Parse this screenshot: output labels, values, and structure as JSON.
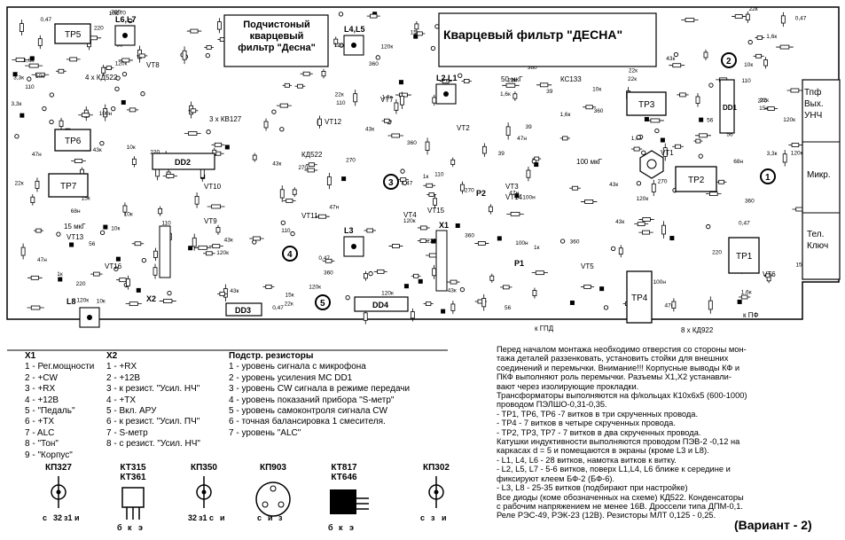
{
  "board": {
    "title_left": [
      "Подчистоный",
      "кварцевый",
      "фильтр \"Десна\""
    ],
    "title_right": "Кварцевый фильтр \"ДЕСНА\"",
    "transformers": [
      "TP5",
      "TP6",
      "TP7",
      "TP3",
      "TP2",
      "TP1",
      "TP4"
    ],
    "chips": [
      "DD2",
      "DD3",
      "DD4",
      "DD1"
    ],
    "coils": [
      "L6,L7",
      "L4,L5",
      "L2,L1",
      "L3",
      "L8"
    ],
    "transistors": [
      "VT8",
      "VT7",
      "VT12",
      "VT2",
      "VT10",
      "VT9",
      "VT11",
      "VT3",
      "VT14",
      "VT4",
      "VT15",
      "VT13",
      "VT16",
      "VT5",
      "VT6",
      "VT1"
    ],
    "connectors": [
      "X1",
      "X2",
      "P1",
      "P2"
    ],
    "right_labels": [
      "Тпф",
      "Вых.",
      "УНЧ",
      "Микр.",
      "Тел.",
      "Ключ"
    ],
    "test_points": [
      "1",
      "2",
      "3",
      "4",
      "5"
    ],
    "misc_labels": [
      "3 x КВ127",
      "4 x КД522",
      "8 x КД922",
      "КД522",
      "КС133",
      "15 мкГ",
      "50 мкГ",
      "100 мкГ",
      "к ГПД",
      "к ПФ"
    ]
  },
  "legend": {
    "x1_title": "X1",
    "x1": [
      "1 - Рег.мощности",
      "2 - +CW",
      "3 - +RX",
      "4 - +12В",
      "5 - \"Педаль\"",
      "6 - +TX",
      "7 - ALC",
      "8 - \"Тон\"",
      "9 - \"Корпус\""
    ],
    "x2_title": "X2",
    "x2": [
      "1 - +RX",
      "2 - +12В",
      "3 - к резист. \"Усил. НЧ\"",
      "4 - +TX",
      "5 - Вкл. АРУ",
      "6 - к резист. \"Усил. ПЧ\"",
      "7 - S-метр",
      "8 - с резист. \"Усил. НЧ\""
    ],
    "res_title": "Подстр. резисторы",
    "res": [
      "1 - уровень сигнала с микрофона",
      "2 - уровень усиления МС DD1",
      "3 - уровень CW сигнала в режиме передачи",
      "4 - уровень показаний прибора \"S-метр\"",
      "5 - уровень самоконтроля сигнала CW",
      "6 - точная балансировка 1 смесителя.",
      "7 - уровень \"ALC\""
    ]
  },
  "notes": [
    "Перед началом монтажа необходимо отверстия со стороны мон-",
    "тажа деталей раззенковать, установить стойки для внешних",
    "соединений и перемычки. Внимание!!! Корпусные выводы КФ и",
    "ПКФ выполняют роль перемычки. Разъемы X1,X2 устанавли-",
    "вают через изолирующие прокладки.",
    "Трансформаторы выполняются на ф/кольцах К10х6х5 (600-1000)",
    "проводом ПЭЛШО-0,31-0,35.",
    "  - TP1, TP6, TP6 -7 витков в три скрученных провода.",
    "  - TP4 - 7 витков в четыре скрученных провода.",
    "  - TP2, TP3, TP7 - 7 витков в два скрученных провода.",
    "Катушки индуктивности выполняются проводом ПЭВ-2 -0,12 на",
    "каркасах d = 5 и помещаются в экраны (кроме L3 и L8).",
    "  - L1, L4, L6 - 28 витков, намотка витков к витку.",
    "  - L2, L5, L7 - 5-6 витков, поверх  L1,L4, L6 ближе к середине и",
    "фиксируют клеем БФ-2 (БФ-6).",
    "  - L3, L8 - 25-35 витков (подбирают при настройке)",
    "Все диоды (коме обозначенных на схеме) КД522. Конденсаторы",
    "с рабочим напряжением не менее 16В. Дроссели типа ДПМ-0,1.",
    "Реле РЭС-49, РЭК-23 (12В). Резисторы МЛТ 0,125 - 0,25."
  ],
  "packages": [
    {
      "name": "КП327",
      "pins": [
        "с",
        "32",
        "з1",
        "и"
      ]
    },
    {
      "name": "КТ315\nКТ361",
      "pins": [
        "б",
        "к",
        "э"
      ]
    },
    {
      "name": "КП350",
      "pins": [
        "32",
        "з1",
        "с",
        "и"
      ]
    },
    {
      "name": "КП903",
      "pins": [
        "с",
        "и",
        "з"
      ]
    },
    {
      "name": "КТ817\nКТ646",
      "pins": [
        "б",
        "к",
        "э"
      ]
    },
    {
      "name": "КП302",
      "pins": [
        "с",
        "з",
        "и"
      ]
    }
  ],
  "variant": "(Вариант - 2)"
}
